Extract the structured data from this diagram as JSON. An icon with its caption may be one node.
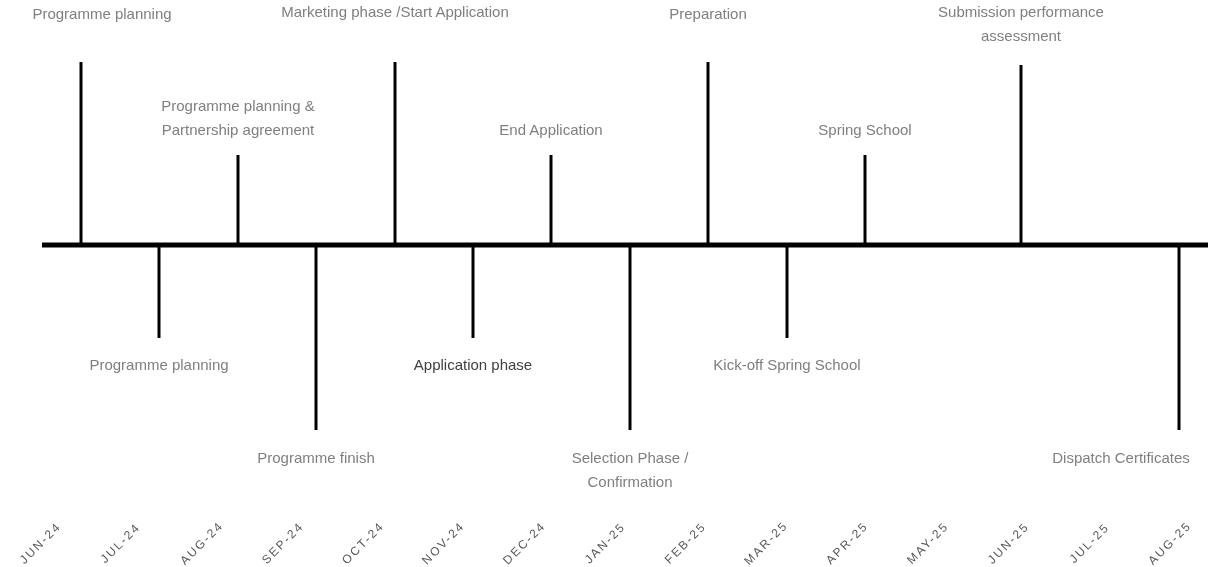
{
  "diagram": {
    "labels": [
      "Programme planning",
      "Programme planning",
      "Programme planning & Partnership agreement",
      "Programme finish",
      "Marketing phase /Start Application",
      "Application phase",
      "End Application",
      "Selection Phase / Confirmation",
      "Preparation",
      "Kick-off Spring School",
      "Spring School",
      "Submission performance assessment",
      "Dispatch Certificates",
      "JUN-24",
      "JUL-24",
      "AUG-24",
      "SEP-24",
      "OCT-24",
      "NOV-24",
      "DEC-24",
      "JAN-25",
      "FEB-25",
      "MAR-25",
      "APR-25",
      "MAY-25",
      "JUN-25",
      "JUL-25",
      "AUG-25"
    ]
  }
}
